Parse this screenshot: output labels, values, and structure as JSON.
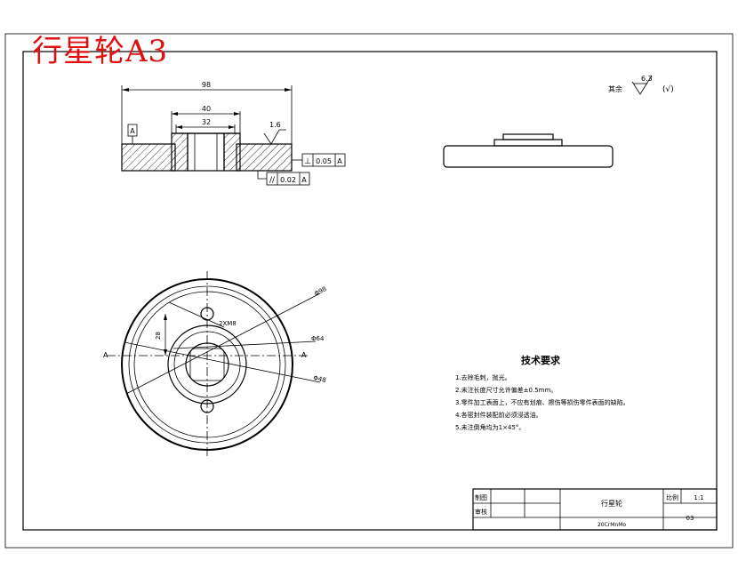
{
  "drawing": {
    "stamp_title": "行星轮A3",
    "dims": {
      "overall_width": "98",
      "hub_width": "40",
      "bore_width": "32",
      "surface_finish": "1.6",
      "datum": "A",
      "perpendicularity_value": "0.05",
      "parallelism_value": "0.02",
      "dia_outer": "Φ98",
      "dia_mid": "Φ64",
      "dia_inner": "Φ48",
      "hole_spacing": "28",
      "holes": "2XM8",
      "section_label": "A"
    },
    "roughness_note": {
      "label": "其余",
      "value": "6.3",
      "bracket": "(√)"
    },
    "tech_requirements": {
      "title": "技术要求",
      "items": [
        "1.去除毛刺，抛光。",
        "2.未注长度尺寸允许偏差±0.5mm。",
        "3.零件加工表面上，不应有划痕、擦伤等损伤零件表面的缺陷。",
        "4.各密封件装配前必须浸透油。",
        "5.未注倒角均为1×45°。"
      ]
    },
    "title_block": {
      "drawn_label": "制图",
      "checked_label": "审核",
      "part_name": "行星轮",
      "material": "20CrMnMo",
      "scale_label": "比例",
      "scale_value": "1:1",
      "drawing_no": "03"
    }
  }
}
